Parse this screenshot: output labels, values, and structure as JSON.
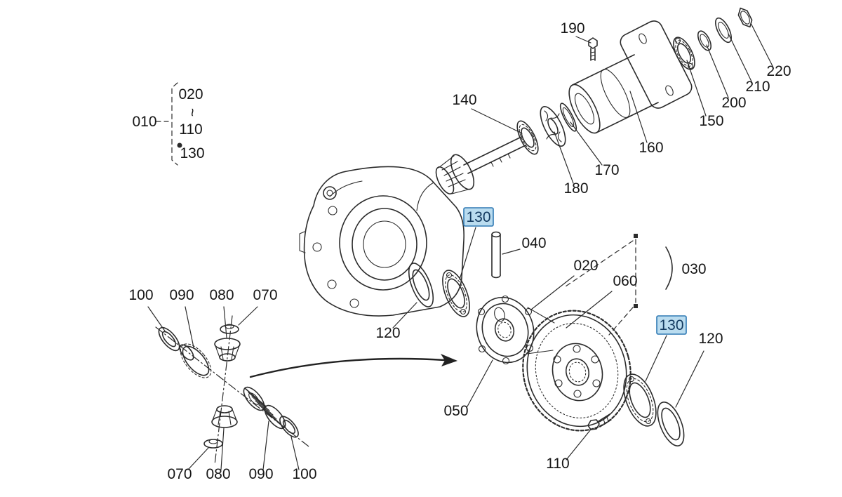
{
  "diagram": {
    "kind": "exploded-parts-diagram",
    "subject": "front axle differential gear case assembly",
    "line_color": "#2b2b2b",
    "label_color": "#161616",
    "highlight": {
      "bg": "#badcef",
      "border": "#2f79b4",
      "text": "#12395f"
    }
  },
  "legend": {
    "ref_label": "010",
    "range_start": "020",
    "range_separator": "~",
    "range_end": "110",
    "extra_item": "130"
  },
  "callouts": {
    "c190": "190",
    "c220": "220",
    "c210": "210",
    "c200": "200",
    "c150": "150",
    "c160": "160",
    "c170": "170",
    "c180": "180",
    "c140": "140",
    "c130_center": "130",
    "c040": "040",
    "c020": "020",
    "c060": "060",
    "c030": "030",
    "c120_left": "120",
    "c100_topleft": "100",
    "c090_topleft": "090",
    "c080_topleft": "080",
    "c070_topleft": "070",
    "c050": "050",
    "c130_right": "130",
    "c120_right": "120",
    "c110_bottom": "110",
    "c070_bottom": "070",
    "c080_bottom": "080",
    "c090_bottom": "090",
    "c100_bottom": "100"
  }
}
